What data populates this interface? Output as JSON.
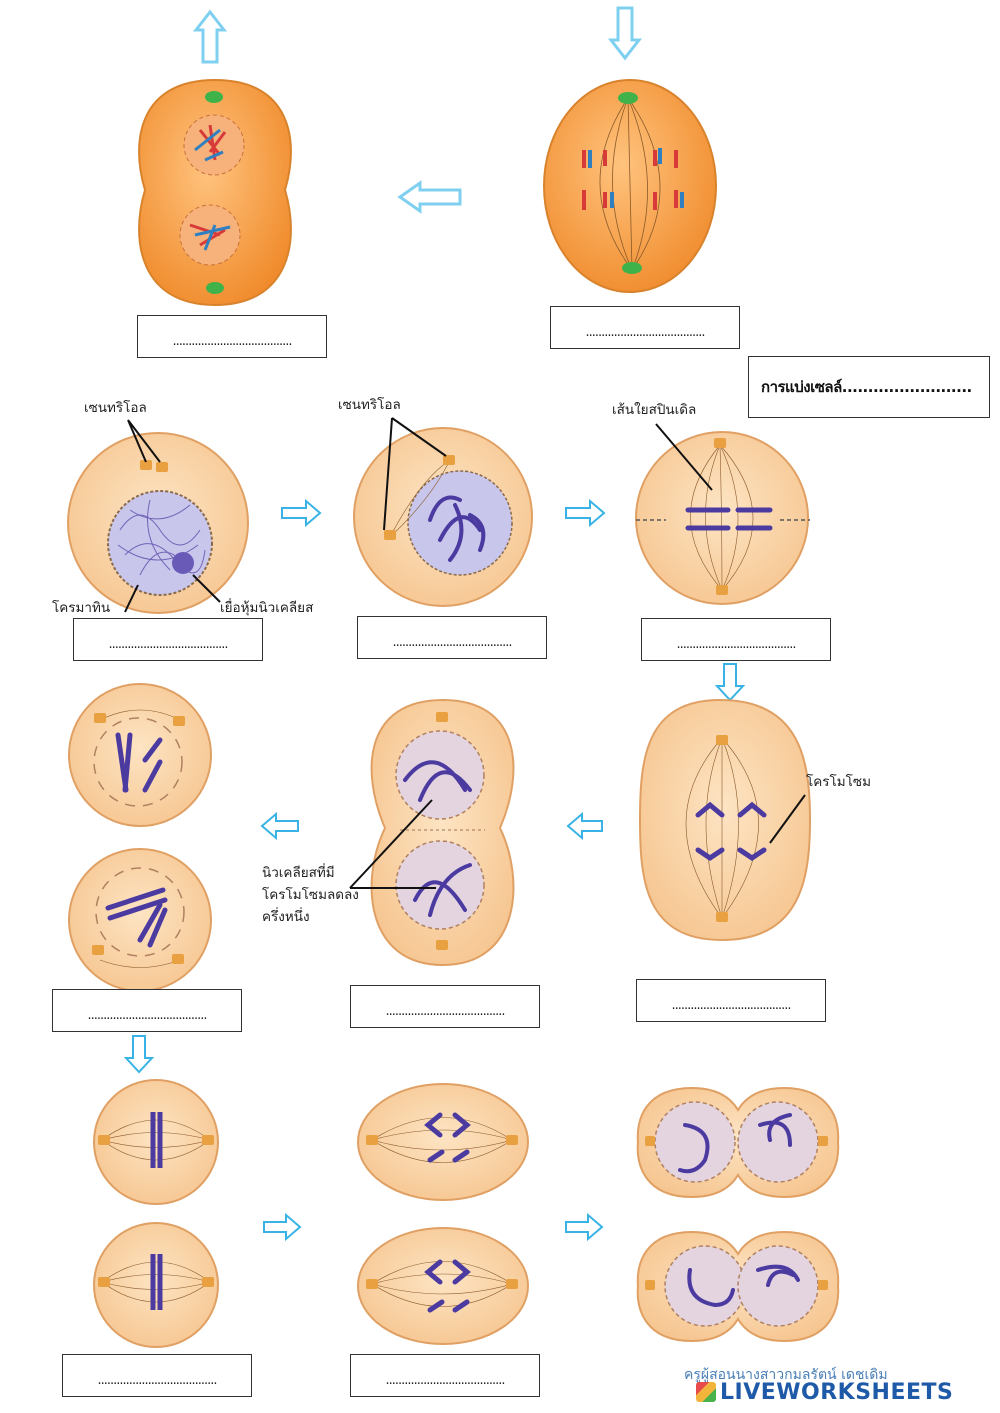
{
  "title": "การแบ่งเซลล์.........................",
  "answer_placeholder": "......................................",
  "labels": {
    "centriole_1": "เซนทริโอล",
    "centriole_2": "เซนทริโอล",
    "chromatin": "โครมาทิน",
    "nuclear_membrane": "เยื่อหุ้มนิวเคลียส",
    "spindle_fiber": "เส้นใยสปินเดิล",
    "chromosome": "โครโมโซม",
    "halved_nuclei": "นิวเคลียสที่มี\nโครโมโซมลดลง\nครึ่งหนึ่ง"
  },
  "footer": {
    "teacher": "ครูผู้สอนนางสาวกมลรัตน์ เดชเดิม",
    "brand": "LIVEWORKSHEETS"
  },
  "colors": {
    "cell_orange": "#f5a95a",
    "cell_pale": "#fbdcb4",
    "chromosome_purple": "#4b3aa0",
    "arrow_blue": "#39b3e6"
  }
}
